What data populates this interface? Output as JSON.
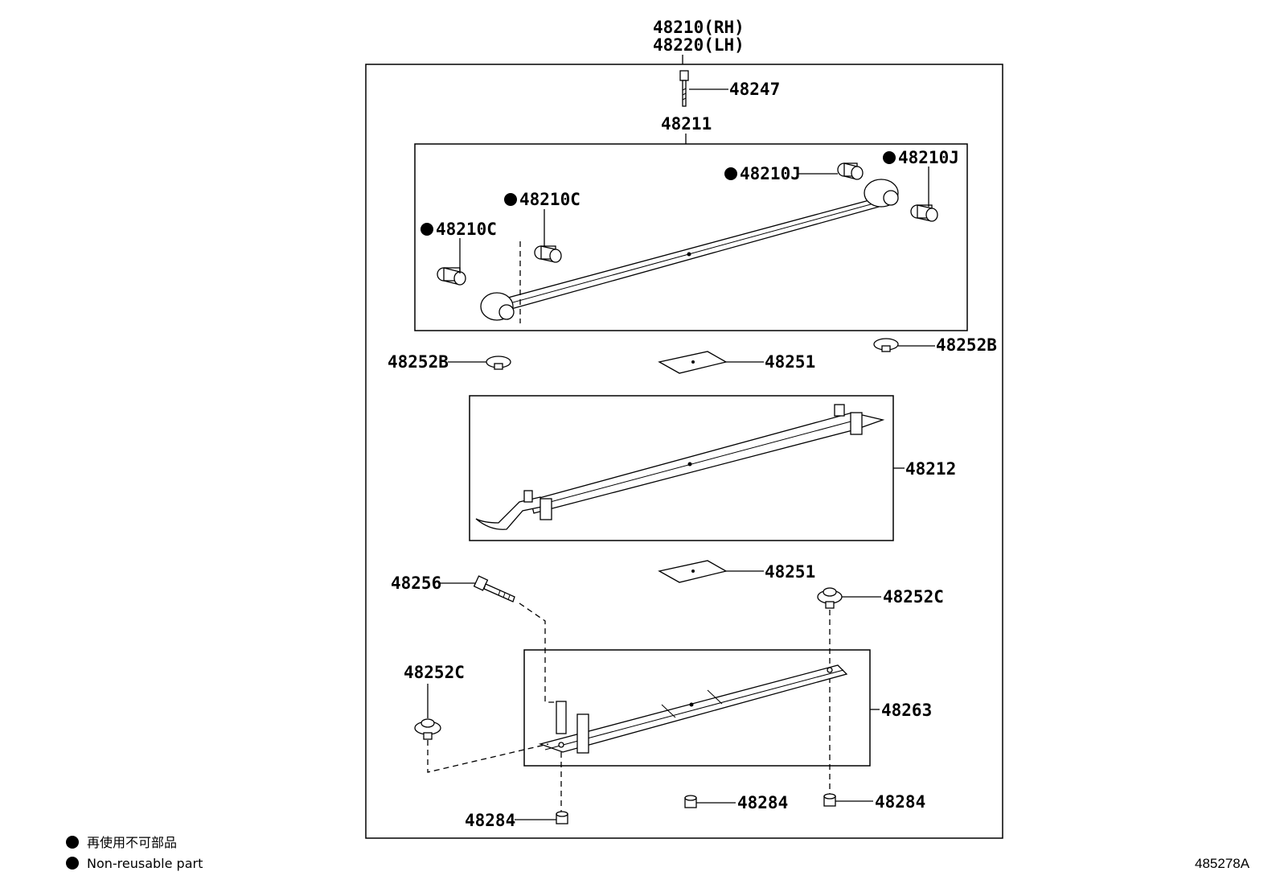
{
  "diagram": {
    "assembly_labels": [
      "48210(RH)",
      "48220(LH)"
    ],
    "figure_id": "485278A",
    "callouts": {
      "bolt_top": "48247",
      "main_leaf": "48211",
      "bushing_c_1": "48210C",
      "bushing_c_2": "48210C",
      "bushing_j_1": "48210J",
      "bushing_j_2": "48210J",
      "bumper_b_left": "48252B",
      "bumper_b_right": "48252B",
      "plate_upper": "48251",
      "leaf_2": "48212",
      "plate_lower": "48251",
      "bolt_center": "48256",
      "bumper_c_right": "48252C",
      "bumper_c_left": "48252C",
      "leaf_3": "48263",
      "nut_center": "48284",
      "nut_right": "48284",
      "nut_left": "48284"
    },
    "legend": {
      "line_1": "再使用不可部品",
      "line_2": "Non-reusable part"
    }
  }
}
